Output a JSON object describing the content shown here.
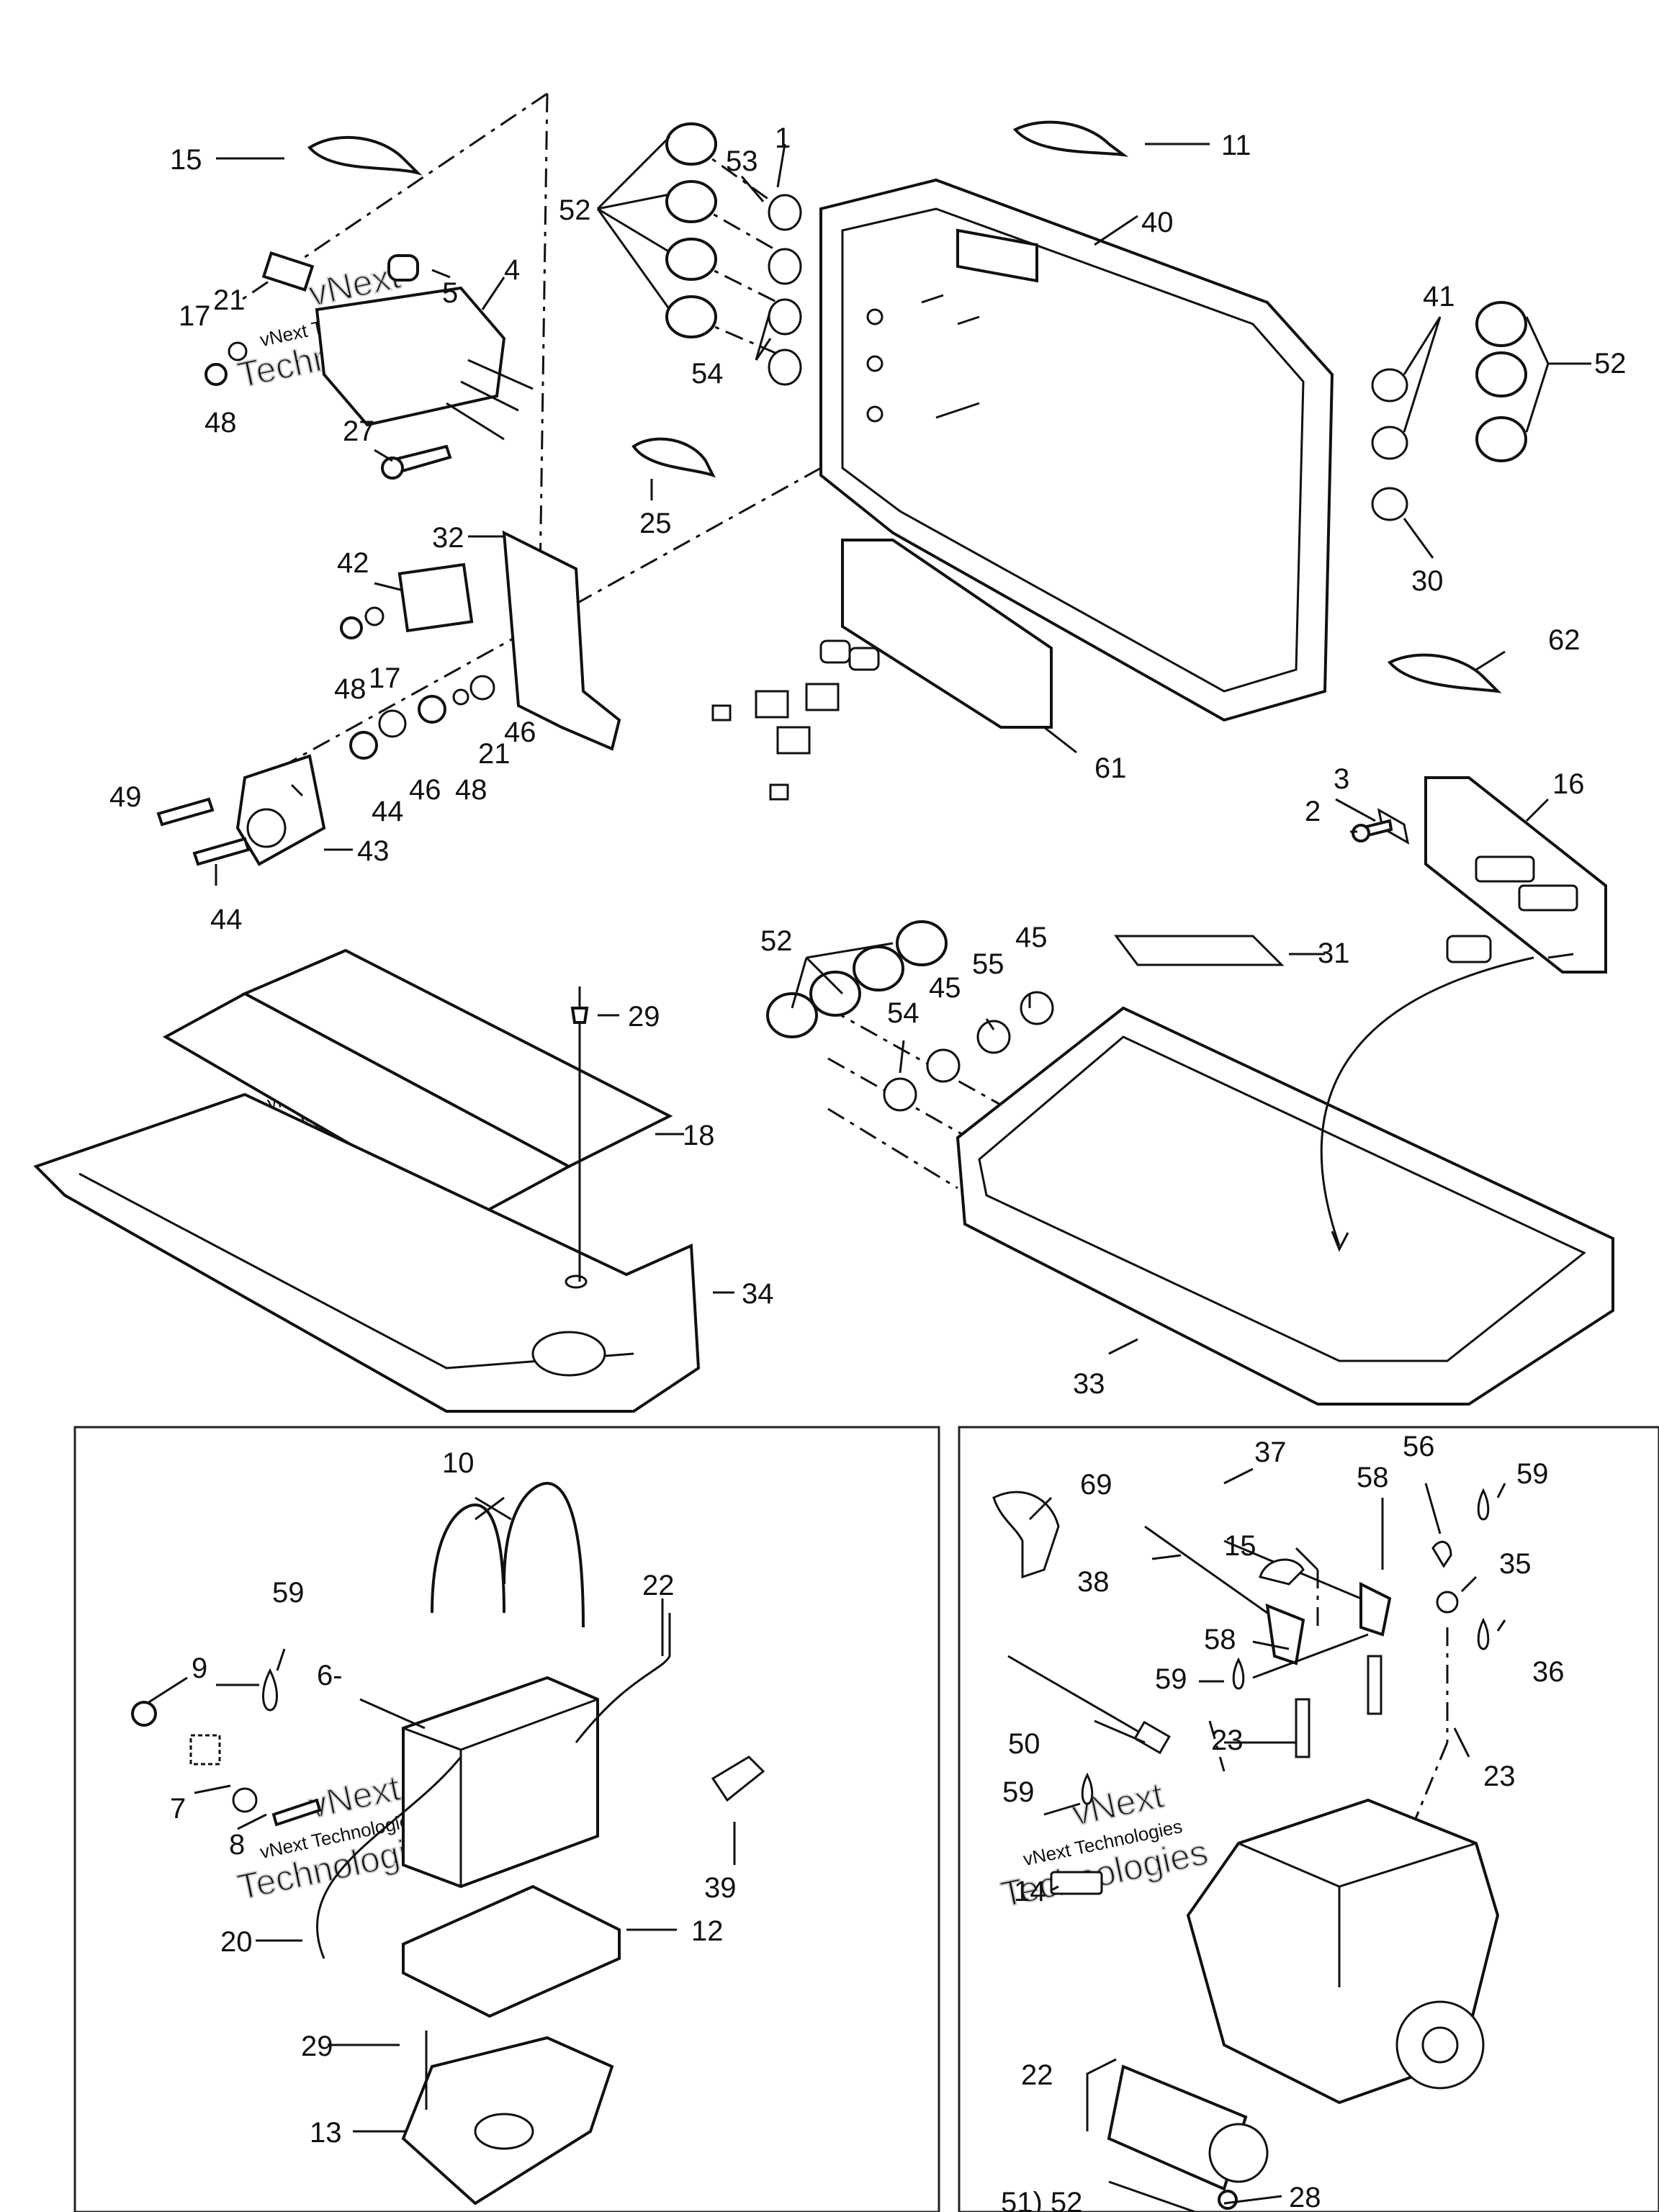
{
  "watermark": {
    "line1": "vNext",
    "line2": "vNext Technologies",
    "line3": "Technologies"
  },
  "callouts": [
    {
      "id": "c1",
      "label": "1"
    },
    {
      "id": "c2",
      "label": "2"
    },
    {
      "id": "c3",
      "label": "3"
    },
    {
      "id": "c4",
      "label": "4"
    },
    {
      "id": "c5",
      "label": "5"
    },
    {
      "id": "c6",
      "label": "6-"
    },
    {
      "id": "c7",
      "label": "7"
    },
    {
      "id": "c8",
      "label": "8"
    },
    {
      "id": "c9",
      "label": "9"
    },
    {
      "id": "c10",
      "label": "10"
    },
    {
      "id": "c11",
      "label": "11"
    },
    {
      "id": "c12",
      "label": "12"
    },
    {
      "id": "c13",
      "label": "13"
    },
    {
      "id": "c14",
      "label": "14"
    },
    {
      "id": "c15a",
      "label": "15"
    },
    {
      "id": "c15b",
      "label": "15"
    },
    {
      "id": "c16",
      "label": "16"
    },
    {
      "id": "c17a",
      "label": "17"
    },
    {
      "id": "c17b",
      "label": "17"
    },
    {
      "id": "c18",
      "label": "18"
    },
    {
      "id": "c20",
      "label": "20"
    },
    {
      "id": "c21a",
      "label": "21"
    },
    {
      "id": "c21b",
      "label": "21"
    },
    {
      "id": "c22a",
      "label": "22"
    },
    {
      "id": "c22b",
      "label": "22"
    },
    {
      "id": "c23a",
      "label": "23"
    },
    {
      "id": "c23b",
      "label": "23"
    },
    {
      "id": "c25",
      "label": "25"
    },
    {
      "id": "c27",
      "label": "27"
    },
    {
      "id": "c28",
      "label": "28"
    },
    {
      "id": "c29a",
      "label": "29"
    },
    {
      "id": "c29b",
      "label": "29"
    },
    {
      "id": "c30",
      "label": "30"
    },
    {
      "id": "c31",
      "label": "31"
    },
    {
      "id": "c32",
      "label": "32"
    },
    {
      "id": "c33",
      "label": "33"
    },
    {
      "id": "c34",
      "label": "34"
    },
    {
      "id": "c35",
      "label": "35"
    },
    {
      "id": "c36",
      "label": "36"
    },
    {
      "id": "c37",
      "label": "37"
    },
    {
      "id": "c38",
      "label": "38"
    },
    {
      "id": "c39",
      "label": "39"
    },
    {
      "id": "c40",
      "label": "40"
    },
    {
      "id": "c41",
      "label": "41"
    },
    {
      "id": "c42",
      "label": "42"
    },
    {
      "id": "c43",
      "label": "43"
    },
    {
      "id": "c44a",
      "label": "44"
    },
    {
      "id": "c44b",
      "label": "44"
    },
    {
      "id": "c45a",
      "label": "45"
    },
    {
      "id": "c45b",
      "label": "45"
    },
    {
      "id": "c46a",
      "label": "46"
    },
    {
      "id": "c46b",
      "label": "46"
    },
    {
      "id": "c48a",
      "label": "48"
    },
    {
      "id": "c48b",
      "label": "48"
    },
    {
      "id": "c48c",
      "label": "48"
    },
    {
      "id": "c49",
      "label": "49"
    },
    {
      "id": "c50",
      "label": "50"
    },
    {
      "id": "c51",
      "label": "51) 52"
    },
    {
      "id": "c52a",
      "label": "52"
    },
    {
      "id": "c52b",
      "label": "52"
    },
    {
      "id": "c52c",
      "label": "52"
    },
    {
      "id": "c53",
      "label": "53"
    },
    {
      "id": "c54a",
      "label": "54"
    },
    {
      "id": "c54b",
      "label": "54"
    },
    {
      "id": "c55",
      "label": "55"
    },
    {
      "id": "c56",
      "label": "56"
    },
    {
      "id": "c58a",
      "label": "58"
    },
    {
      "id": "c58b",
      "label": "58"
    },
    {
      "id": "c59a",
      "label": "59"
    },
    {
      "id": "c59b",
      "label": "59"
    },
    {
      "id": "c59c",
      "label": "59"
    },
    {
      "id": "c59d",
      "label": "59"
    },
    {
      "id": "c61",
      "label": "61"
    },
    {
      "id": "c62",
      "label": "62"
    },
    {
      "id": "c69",
      "label": "69"
    }
  ]
}
